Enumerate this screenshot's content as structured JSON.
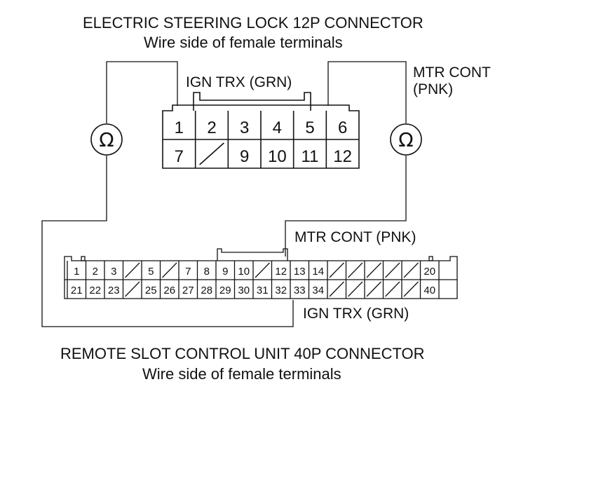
{
  "connector_a": {
    "title": "ELECTRIC STEERING LOCK 12P CONNECTOR",
    "subtitle": "Wire side of female terminals",
    "row1": [
      "1",
      "2",
      "3",
      "4",
      "5",
      "6"
    ],
    "row2": [
      "7",
      "",
      "9",
      "10",
      "11",
      "12"
    ],
    "blank_cells_row2": [
      1
    ]
  },
  "connector_b": {
    "title": "REMOTE SLOT CONTROL UNIT 40P CONNECTOR",
    "subtitle": "Wire side of female terminals",
    "row1": [
      "1",
      "2",
      "3",
      "",
      "5",
      "",
      "7",
      "8",
      "9",
      "10",
      "",
      "12",
      "13",
      "14",
      "",
      "",
      "",
      "",
      "",
      "20"
    ],
    "row2": [
      "21",
      "22",
      "23",
      "",
      "25",
      "26",
      "27",
      "28",
      "29",
      "30",
      "31",
      "32",
      "33",
      "34",
      "",
      "",
      "",
      "",
      "",
      "40"
    ]
  },
  "wires": {
    "ign_trx_top": "IGN TRX (GRN)",
    "mtr_cont_top_line1": "MTR CONT",
    "mtr_cont_top_line2": "(PNK)",
    "mtr_cont_bottom": "MTR CONT (PNK)",
    "ign_trx_bottom": "IGN TRX (GRN)"
  },
  "meters": {
    "left_symbol": "Ω",
    "right_symbol": "Ω"
  }
}
